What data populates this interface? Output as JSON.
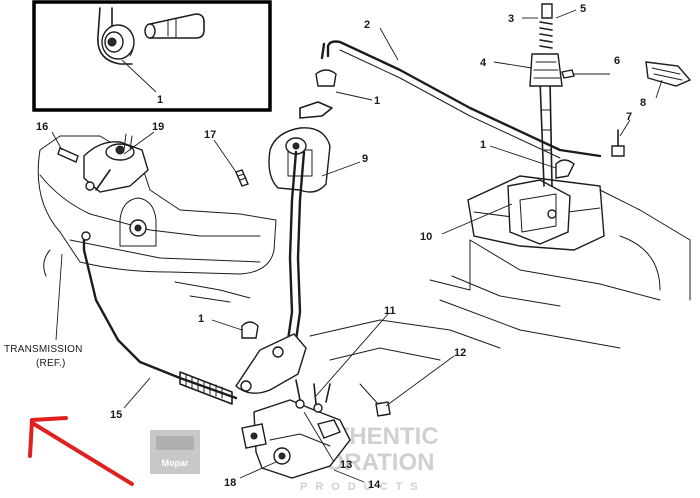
{
  "callouts": {
    "c1_inset": "1",
    "c1_top": "1",
    "c1_right": "1",
    "c1_lower": "1",
    "c2": "2",
    "c3": "3",
    "c4": "4",
    "c5": "5",
    "c6": "6",
    "c7": "7",
    "c8": "8",
    "c9": "9",
    "c10": "10",
    "c11": "11",
    "c12": "12",
    "c13": "13",
    "c14": "14",
    "c15": "15",
    "c16": "16",
    "c17": "17",
    "c18": "18",
    "c19": "19"
  },
  "reference_label": {
    "line1": "TRANSMISSION",
    "line2": "(REF.)"
  },
  "watermark": {
    "logo": "Mopar",
    "line1": "AUTHENTIC",
    "line2": "RESTORATION",
    "line3": "PRODUCTS"
  },
  "annotation": {
    "arrow_color": "#e02020",
    "ink_color": "#1c1c1c"
  }
}
